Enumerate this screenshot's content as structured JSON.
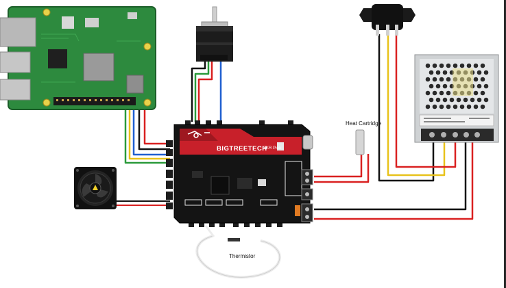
{
  "labels": {
    "heat_cartridge": "Heat Cartridge",
    "thermistor": "Thermistor",
    "board_brand": "BIGTREETECH",
    "board_model": "SKR Pico"
  },
  "colors": {
    "wire_red": "#d92020",
    "wire_black": "#111111",
    "wire_blue": "#1f5fd0",
    "wire_green": "#2a9a3a",
    "wire_yellow": "#e8c21a",
    "wire_white": "#e8e8e8",
    "pi_green": "#2d8a3e",
    "board_black": "#141414",
    "board_red": "#c8202a"
  }
}
